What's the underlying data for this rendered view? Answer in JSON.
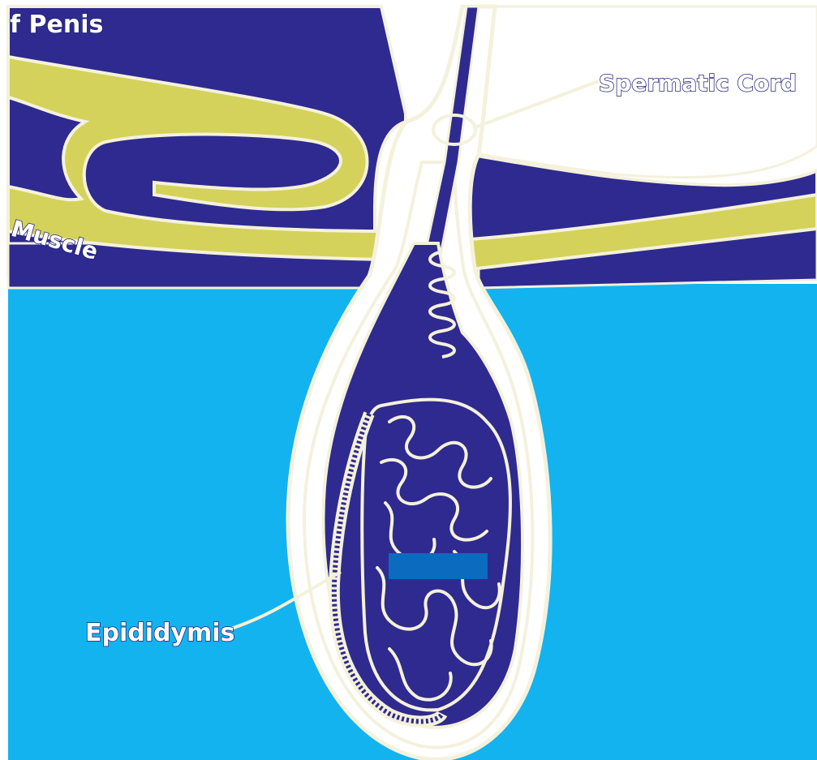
{
  "labels": {
    "penis": "f Penis",
    "spermatic_cord": "Spermatic Cord",
    "muscle": "Muscle",
    "epididymis": "Epididymis"
  },
  "colors": {
    "background_blue": "#12b3ef",
    "tissue_navy": "#2f2a8f",
    "muscle_yellow": "#d4d25a",
    "outline_cream": "#f4f1dc",
    "white_space": "#ffffff",
    "label_box": "#0a6bbf"
  }
}
